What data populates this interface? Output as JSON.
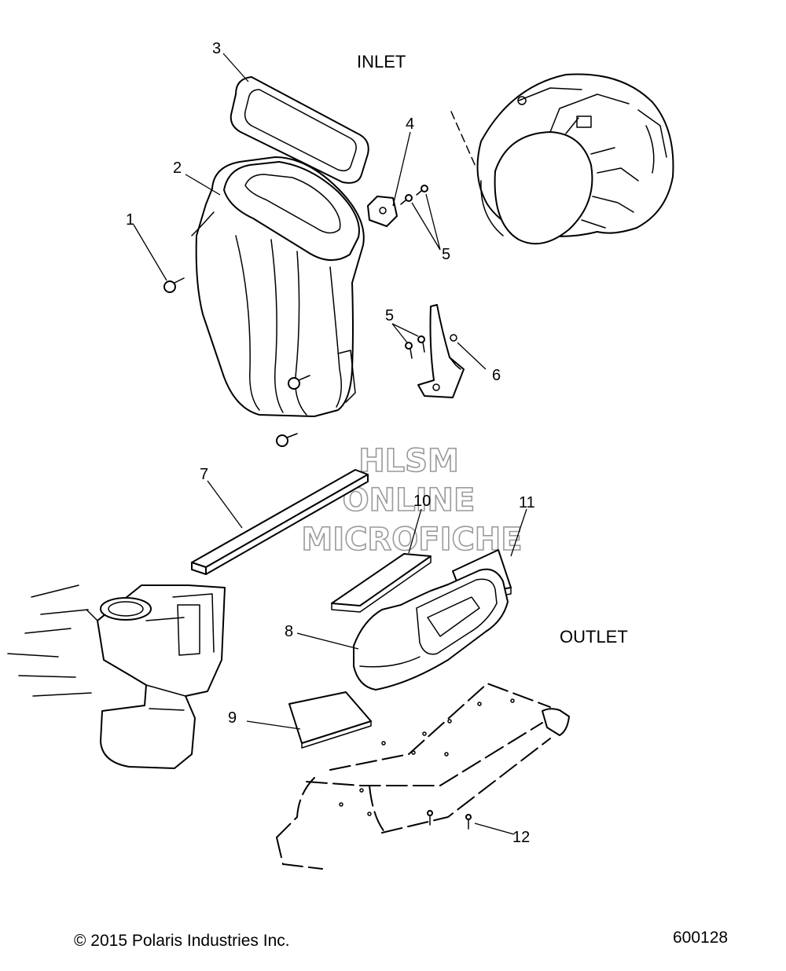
{
  "sections": {
    "inlet": "INLET",
    "outlet": "OUTLET"
  },
  "callouts": {
    "c1": "1",
    "c2": "2",
    "c3": "3",
    "c4": "4",
    "c5a": "5",
    "c5b": "5",
    "c6": "6",
    "c7": "7",
    "c8": "8",
    "c9": "9",
    "c10": "10",
    "c11": "11",
    "c12": "12"
  },
  "watermark": {
    "line1": "HLSM",
    "line2": "ONLINE",
    "line3": "MICROFICHE"
  },
  "footer": {
    "copyright": "© 2015 Polaris Industries Inc.",
    "diagram_number": "600128"
  }
}
